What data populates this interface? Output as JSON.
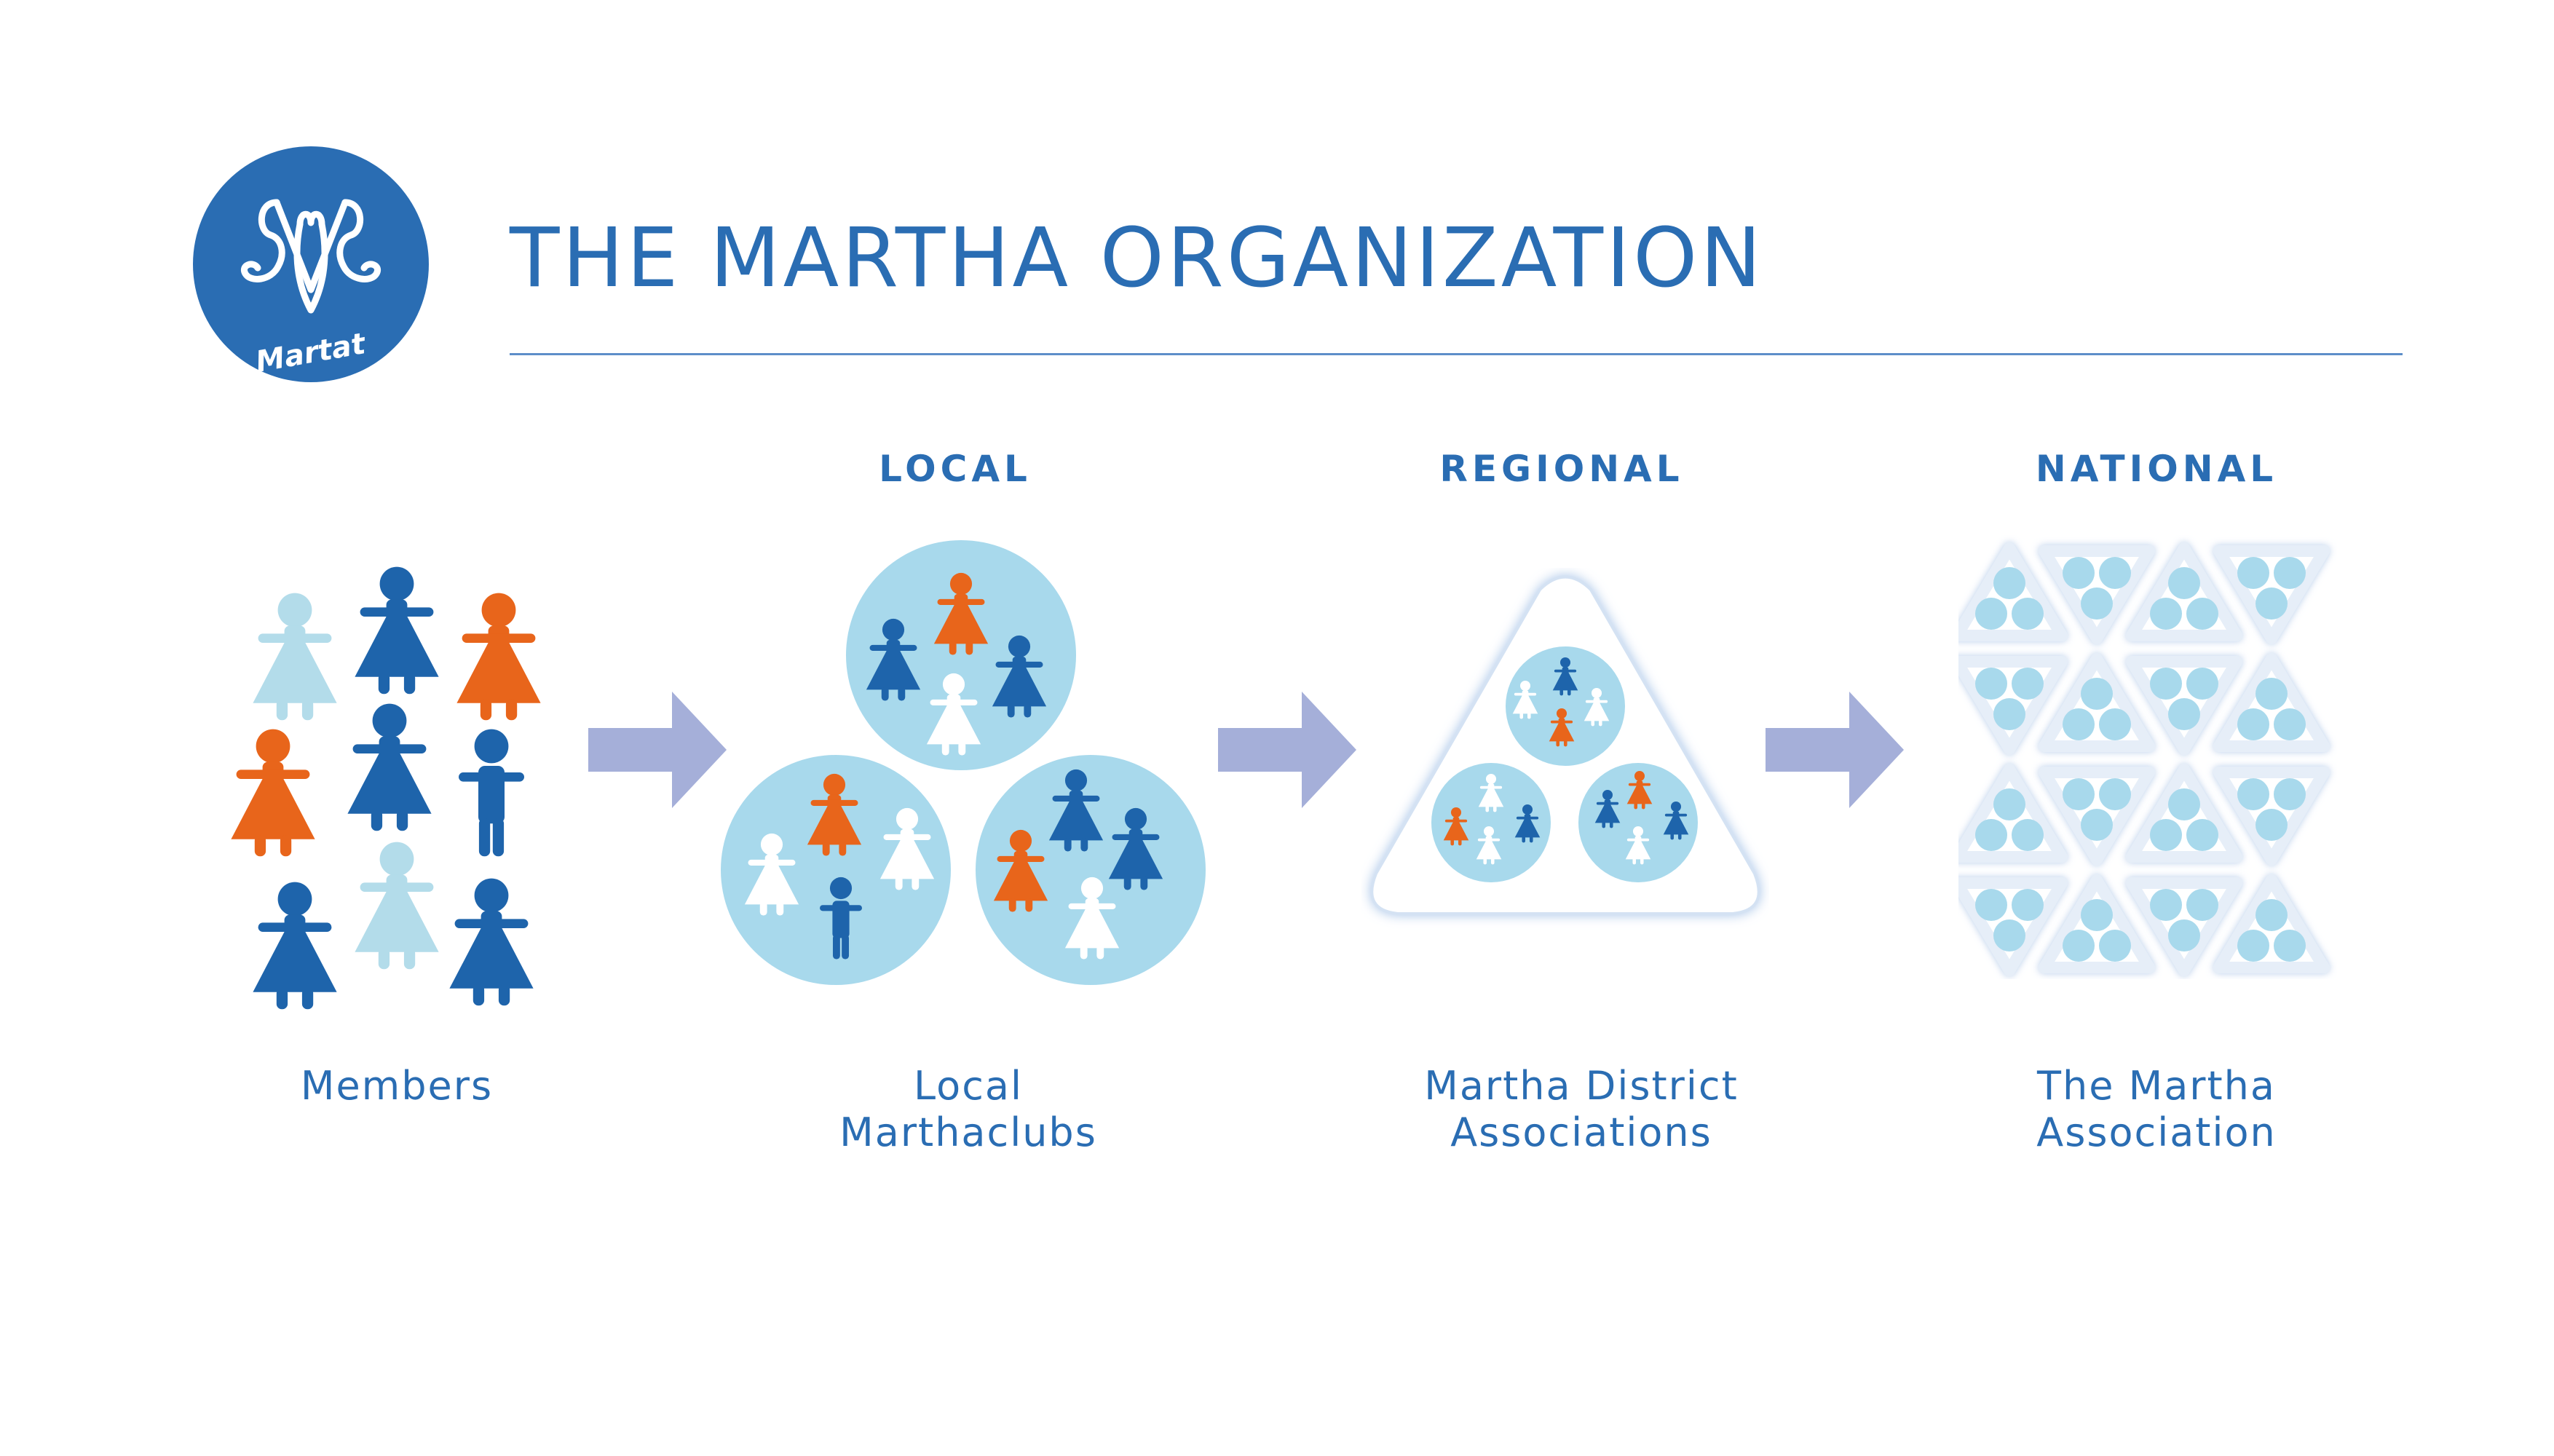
{
  "title": "THE MARTHA ORGANIZATION",
  "logo": {
    "text": "Martat",
    "icon": "martha-m-monogram"
  },
  "levels": {
    "local": "LOCAL",
    "regional": "REGIONAL",
    "national": "NATIONAL"
  },
  "captions": {
    "members": [
      "Members"
    ],
    "local": [
      "Local",
      "Marthaclubs"
    ],
    "regional": [
      "Martha District",
      "Associations"
    ],
    "national": [
      "The Martha",
      "Association"
    ]
  },
  "colors": {
    "dark_blue": "#1e64ab",
    "orange": "#e8651b",
    "light_blue": "#b3dcea",
    "pale_blue": "#a8d9ec",
    "arrow": "#a5afd9",
    "text": "#2a6db3",
    "logo": "#2a6db3"
  }
}
